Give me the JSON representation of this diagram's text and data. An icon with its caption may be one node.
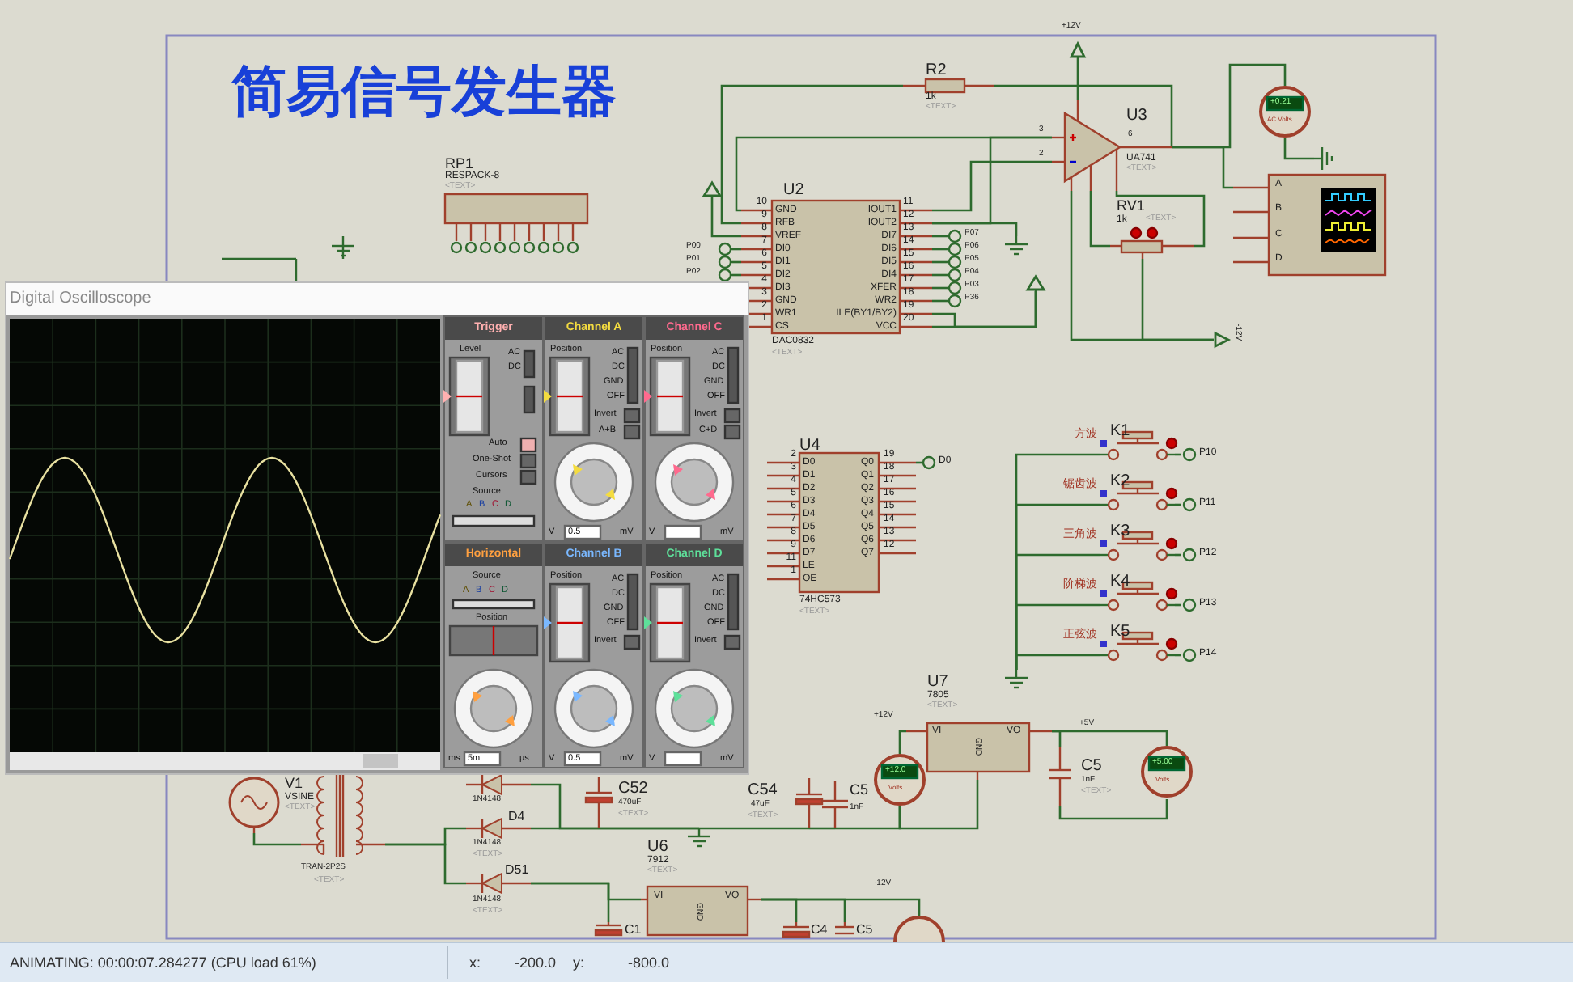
{
  "diagram": {
    "title": "简易信号发生器",
    "nodes": [
      {
        "text": [
          "RP1",
          "RESPACK-8",
          "<TEXT>"
        ]
      },
      {
        "text": [
          "R2",
          "1k",
          "<TEXT>"
        ]
      },
      {
        "text": [
          "U2",
          "10 9 8 7 6 5 4 3 2 1",
          "GND RFB VREF DI0 DI1 DI2 DI3 GND WR1 CS",
          "IOUT1 IOUT2 DI7 DI6 DI5 DI4 XFER WR2 ILE(BY1/BY2) VCC",
          "11 12 13 14 15 16 17 18 19 20",
          "DAC0832",
          "<TEXT>"
        ]
      },
      {
        "text": [
          "U3",
          "UA741",
          "<TEXT>"
        ]
      },
      {
        "text": [
          "+0.21",
          "AC Volts"
        ]
      },
      {
        "text": [
          "A",
          "B",
          "C",
          "D"
        ]
      },
      {
        "text": [
          "RV1",
          "1k",
          "<TEXT>"
        ]
      },
      {
        "text": [
          "U4",
          "2 3 4 5 6 7 8 9 11 1",
          "D0 D1 D2 D3 D4 D5 D6 D7 LE OE",
          "Q0 Q1 Q2 Q3 Q4 Q5 Q6 Q7",
          "19 18 17 16 15 14 13 12",
          "74HC573",
          "<TEXT>"
        ]
      },
      {
        "text": [
          "D0"
        ]
      },
      {
        "text": [
          "K1"
        ],
        "beside": [
          "方波"
        ]
      },
      {
        "text": [
          "K2"
        ],
        "beside": [
          "锯齿波"
        ]
      },
      {
        "text": [
          "K3"
        ],
        "beside": [
          "三角波"
        ]
      },
      {
        "text": [
          "K4"
        ],
        "beside": [
          "阶梯波"
        ]
      },
      {
        "text": [
          "K5"
        ],
        "beside": [
          "正弦波"
        ]
      },
      {
        "text": [
          "P10"
        ]
      },
      {
        "text": [
          "P11"
        ]
      },
      {
        "text": [
          "P12"
        ]
      },
      {
        "text": [
          "P13"
        ]
      },
      {
        "text": [
          "P14"
        ]
      },
      {
        "text": [
          "U7",
          "7805",
          "<TEXT>",
          "VI",
          "VO",
          "GND"
        ]
      },
      {
        "text": [
          "+12.0",
          "Volts"
        ]
      },
      {
        "text": [
          "C5",
          "1nF",
          "<TEXT>"
        ]
      },
      {
        "text": [
          "+5.00",
          "Volts"
        ]
      },
      {
        "text": [
          "V1",
          "VSINE",
          "<TEXT>"
        ]
      },
      {
        "text": [
          "TRAN-2P2S",
          "<TEXT>"
        ]
      },
      {
        "text": [
          "1N4148"
        ]
      },
      {
        "text": [
          "D4",
          "1N4148",
          "<TEXT>"
        ]
      },
      {
        "text": [
          "D51",
          "1N4148",
          "<TEXT>"
        ]
      },
      {
        "text": [
          "C52",
          "470uF",
          "<TEXT>"
        ]
      },
      {
        "text": [
          "C54",
          "47uF",
          "<TEXT>"
        ]
      },
      {
        "text": [
          "C5",
          "1nF"
        ]
      },
      {
        "text": [
          "U6",
          "7912",
          "<TEXT>",
          "VI",
          "VO",
          "GND"
        ]
      },
      {
        "text": [
          "C1"
        ]
      },
      {
        "text": [
          "C4"
        ]
      },
      {
        "text": [
          "C5"
        ]
      },
      {
        "text": [],
        "shape": "circle"
      },
      {
        "text": [
          "Digital Oscilloscope"
        ]
      },
      {
        "text": [
          "Trigger",
          "Level",
          "AC",
          "DC",
          "Auto",
          "One-Shot",
          "Cursors",
          "Source",
          "A",
          "B",
          "C",
          "D"
        ],
        "in": 36
      },
      {
        "text": [
          "Channel A",
          "Position",
          "AC",
          "DC",
          "GND",
          "OFF",
          "Invert",
          "A+B",
          "V",
          "0.5",
          "mV"
        ],
        "in": 36
      },
      {
        "text": [
          "Channel C",
          "Position",
          "AC",
          "DC",
          "GND",
          "OFF",
          "Invert",
          "C+D",
          "V",
          "mV"
        ],
        "in": 36
      },
      {
        "text": [
          "Horizontal",
          "Source",
          "A",
          "B",
          "C",
          "D",
          "Position",
          "ms",
          "5m",
          "μs"
        ],
        "in": 36
      },
      {
        "text": [
          "Channel B",
          "Position",
          "AC",
          "DC",
          "GND",
          "OFF",
          "Invert",
          "V",
          "0.5",
          "mV"
        ],
        "in": 36
      },
      {
        "text": [
          "Channel D",
          "Position",
          "AC",
          "DC",
          "GND",
          "OFF",
          "Invert",
          "V",
          "mV"
        ],
        "in": 36
      },
      {
        "text": [
          "+12V"
        ]
      },
      {
        "text": [
          "-12V"
        ]
      },
      {
        "text": [],
        "shape": "triangle"
      },
      {
        "text": [],
        "shape": "triangle"
      },
      {
        "text": [],
        "shape": "ground"
      },
      {
        "text": [],
        "shape": "ground"
      },
      {
        "text": [],
        "shape": "ground"
      },
      {
        "text": [],
        "shape": "ground"
      },
      {
        "text": [
          "P00"
        ]
      },
      {
        "text": [
          "P01"
        ]
      },
      {
        "text": [
          "P02"
        ]
      },
      {
        "text": [
          "P07"
        ]
      },
      {
        "text": [
          "P06"
        ]
      },
      {
        "text": [
          "P05"
        ]
      },
      {
        "text": [
          "P04"
        ]
      },
      {
        "text": [
          "P03"
        ]
      },
      {
        "text": [
          "P36"
        ]
      }
    ],
    "edges": [
      {
        "from": 1,
        "to": 3,
        "arrow": "none"
      },
      {
        "from": 2,
        "to": 1,
        "arrow": "none"
      },
      {
        "from": 2,
        "to": 3,
        "arrow": "none"
      },
      {
        "from": 3,
        "to": 2,
        "arrow": "none"
      },
      {
        "from": 3,
        "to": 2,
        "arrow": "none"
      },
      {
        "from": 3,
        "to": 4,
        "arrow": "none"
      },
      {
        "from": 3,
        "to": 5,
        "arrow": "none"
      },
      {
        "from": 3,
        "to": 6,
        "arrow": "none"
      },
      {
        "from": 7,
        "to": 8,
        "arrow": "none"
      },
      {
        "from": 9,
        "to": 14,
        "arrow": "none"
      },
      {
        "from": 10,
        "to": 15,
        "arrow": "none"
      },
      {
        "from": 11,
        "to": 16,
        "arrow": "none"
      },
      {
        "from": 12,
        "to": 17,
        "arrow": "none"
      },
      {
        "from": 13,
        "to": 18,
        "arrow": "none"
      },
      {
        "from": 19,
        "to": 20,
        "arrow": "none"
      },
      {
        "from": 19,
        "to": 21,
        "arrow": "none"
      },
      {
        "from": 19,
        "to": 22,
        "arrow": "none"
      },
      {
        "from": 21,
        "to": 22,
        "arrow": "none"
      },
      {
        "from": 23,
        "to": 24,
        "arrow": "none"
      },
      {
        "from": 24,
        "to": 26,
        "arrow": "none"
      },
      {
        "from": 24,
        "to": 27,
        "arrow": "none"
      },
      {
        "from": 26,
        "to": 28,
        "arrow": "none"
      },
      {
        "from": 28,
        "to": 29,
        "arrow": "none"
      },
      {
        "from": 29,
        "to": 30,
        "arrow": "none"
      },
      {
        "from": 30,
        "to": 20,
        "arrow": "none"
      },
      {
        "from": 20,
        "to": 19,
        "arrow": "none"
      },
      {
        "from": 27,
        "to": 31,
        "arrow": "none"
      },
      {
        "from": 27,
        "to": 32,
        "arrow": "none"
      },
      {
        "from": 31,
        "to": 33,
        "arrow": "none"
      },
      {
        "from": 31,
        "to": 34,
        "arrow": "none"
      },
      {
        "from": 31,
        "to": 35,
        "arrow": "none"
      },
      {
        "from": 25,
        "to": 28,
        "arrow": "none"
      },
      {
        "from": 28,
        "to": 50,
        "arrow": "none"
      },
      {
        "from": 4,
        "to": 48,
        "arrow": "none"
      },
      {
        "from": 2,
        "to": 47,
        "arrow": "none"
      },
      {
        "from": 9,
        "to": 49,
        "arrow": "none"
      },
      {
        "from": 10,
        "to": 49,
        "arrow": "none"
      },
      {
        "from": 11,
        "to": 49,
        "arrow": "none"
      },
      {
        "from": 12,
        "to": 49,
        "arrow": "none"
      },
      {
        "from": 13,
        "to": 49,
        "arrow": "none"
      },
      {
        "from": 3,
        "to": 43,
        "arrow": "none"
      },
      {
        "from": 3,
        "to": 44,
        "arrow": "none"
      },
      {
        "from": 6,
        "to": 44,
        "arrow": "none"
      },
      {
        "from": 6,
        "to": 3,
        "arrow": "none"
      },
      {
        "from": 2,
        "to": 45,
        "arrow": "none"
      },
      {
        "from": 2,
        "to": 46,
        "arrow": "none"
      },
      {
        "from": 2,
        "to": 46,
        "arrow": "none"
      },
      {
        "from": 51,
        "to": 2,
        "arrow": "none"
      },
      {
        "from": 52,
        "to": 2,
        "arrow": "none"
      },
      {
        "from": 53,
        "to": 2,
        "arrow": "none"
      },
      {
        "from": 2,
        "to": 54,
        "arrow": "none"
      },
      {
        "from": 2,
        "to": 55,
        "arrow": "none"
      },
      {
        "from": 2,
        "to": 56,
        "arrow": "none"
      },
      {
        "from": 2,
        "to": 57,
        "arrow": "none"
      },
      {
        "from": 2,
        "to": 58,
        "arrow": "none"
      },
      {
        "from": 2,
        "to": 59,
        "arrow": "none"
      }
    ],
    "labels": [
      "3",
      "2",
      "6",
      "+12V",
      "+5V",
      "-12V",
      "ANIMATING: 00:00:07.284277 (CPU load 61%)",
      "x:",
      "-200.0",
      "y:",
      "-800.0"
    ]
  }
}
